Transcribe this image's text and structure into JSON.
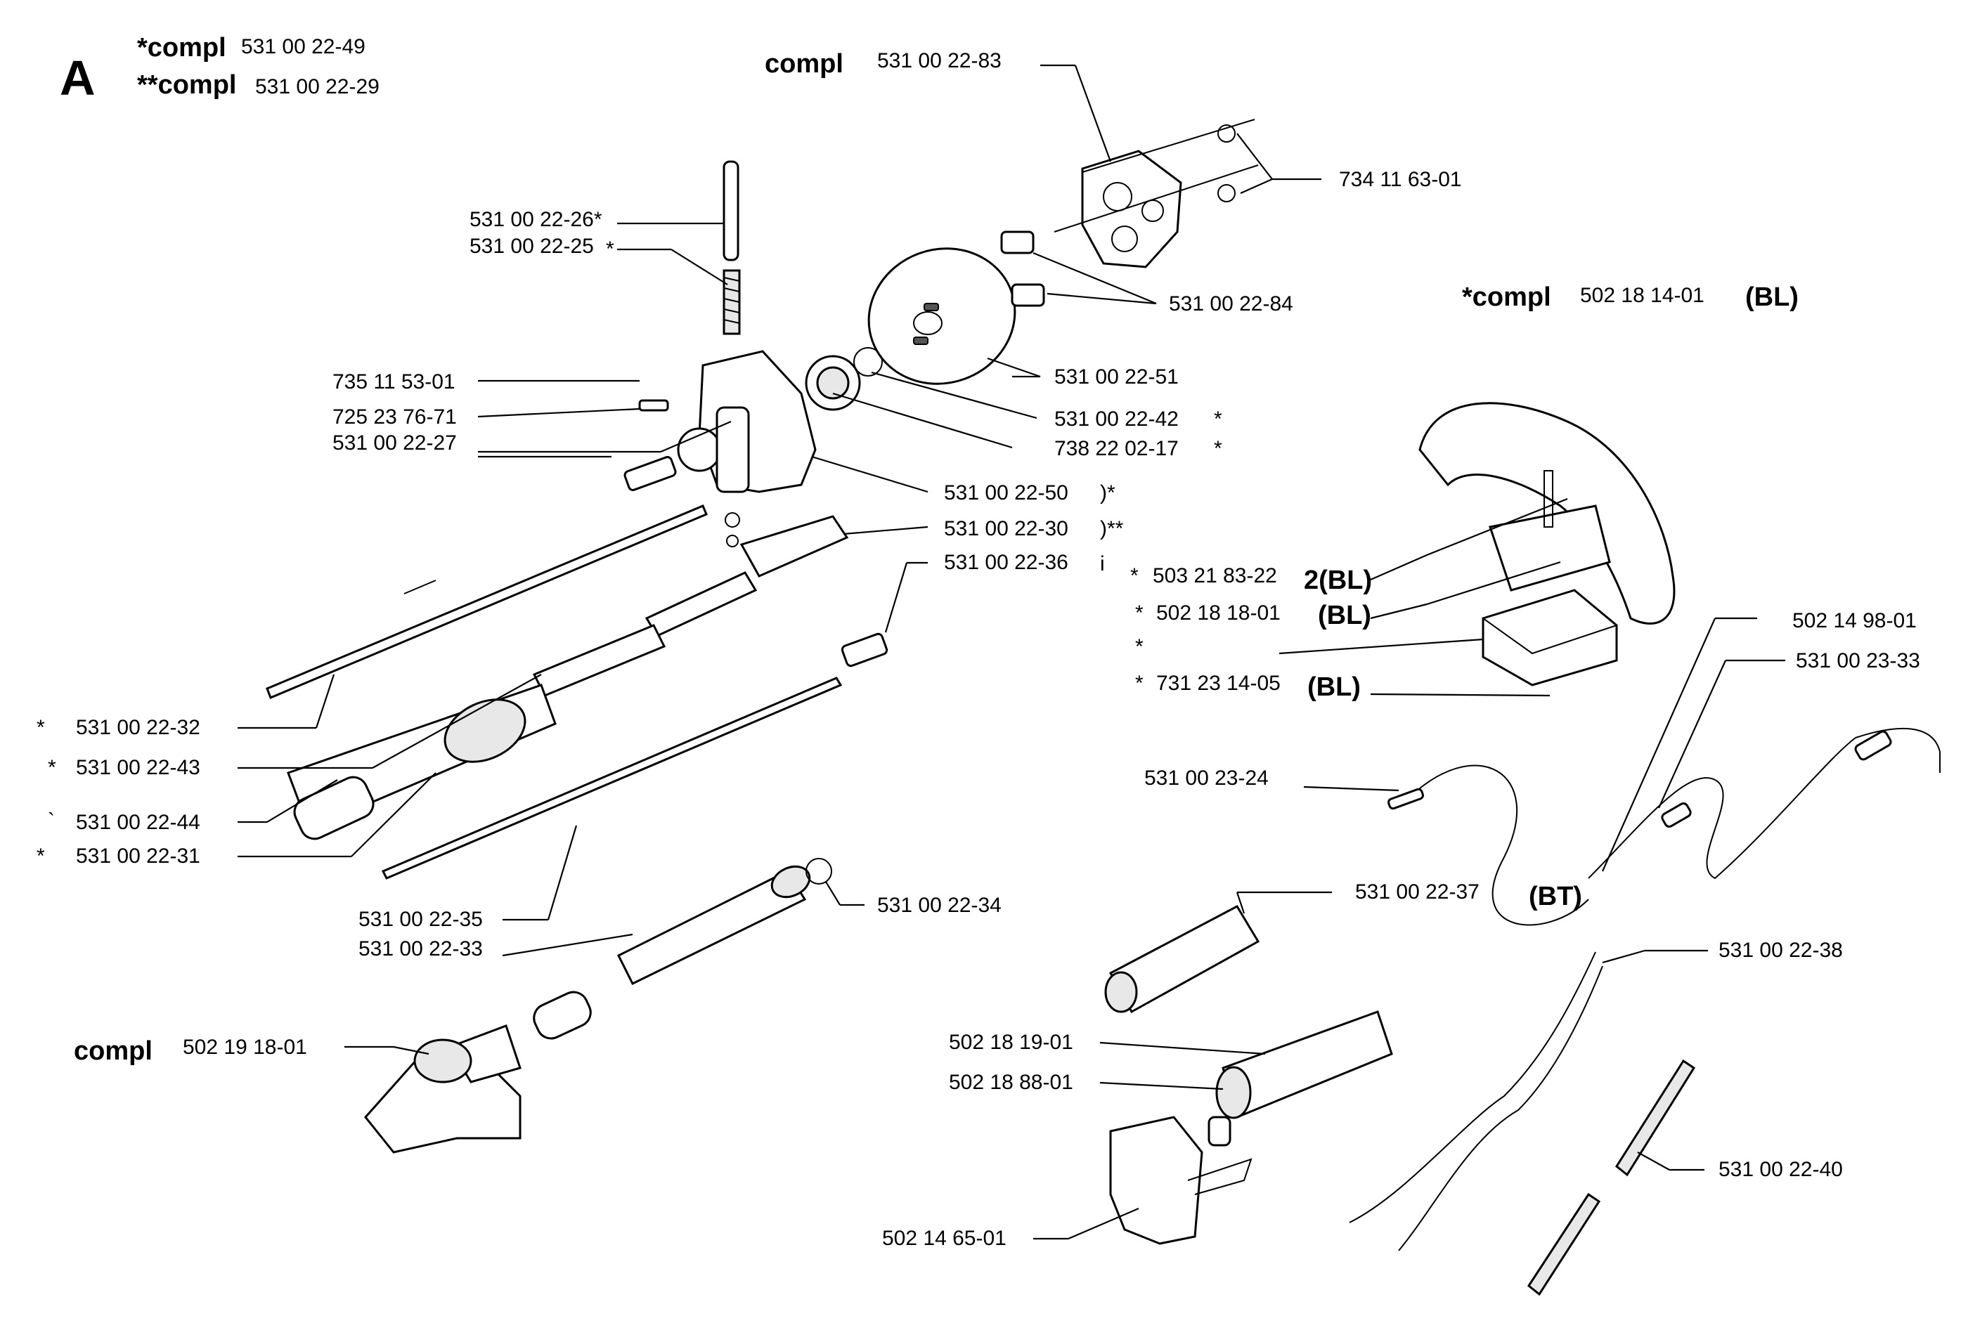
{
  "section_letter": "A",
  "headers": {
    "compl_star": "*compl",
    "compl_star_pn": "531 00 22-49",
    "compl_dstar": "**compl",
    "compl_dstar_pn": "531 00 22-29",
    "clutch_compl": "compl",
    "clutch_compl_pn": "531 00 22-83",
    "handle_compl": "*compl",
    "handle_compl_pn": "502 18 14-01",
    "handle_compl_suffix": "(BL)",
    "guard_compl": "compl",
    "guard_compl_pn": "502 19 18-01"
  },
  "labels": {
    "p531002226": "531 00 22-26*",
    "p531002225": "531 00 22-25",
    "p531002225_mark": "*",
    "p735115301": "735 11 53-01",
    "p725237671": "725 23 76-71",
    "p531002227": "531 00 22-27",
    "p734116301": "734 11 63-01",
    "p531002284": "531 00 22-84",
    "p531002251": "531 00 22-51",
    "p531002242": "531 00 22-42",
    "p531002242_mark": "*",
    "p738220217": "738 22 02-17",
    "p738220217_mark": "*",
    "p531002250": "531 00 22-50",
    "p531002250_mark": ")*",
    "p531002230": "531 00 22-30",
    "p531002230_mark": ")**",
    "p531002236": "531 00 22-36",
    "p531002236_mark": "i",
    "p503218322_mark": "*",
    "p503218322": "503 21 83-22",
    "p503218322_suffix": "2(BL)",
    "p502181801_mark": "*",
    "p502181801": "502 18 18-01",
    "p502181801_suffix": "(BL)",
    "blank_mark": "*",
    "p731231405_mark": "*",
    "p731231405": "731 23 14-05",
    "p731231405_suffix": "(BL)",
    "p502149801": "502 14 98-01",
    "p531002333": "531 00 23-33",
    "p531002324": "531 00 23-24",
    "p531002232_mark": "*",
    "p531002232": "531 00 22-32",
    "p531002243_mark": "*",
    "p531002243": "531 00 22-43",
    "p531002244_mark": "`",
    "p531002244": "531 00 22-44",
    "p531002231_mark": "*",
    "p531002231": "531 00 22-31",
    "p531002235": "531 00 22-35",
    "p531002234": "531 00 22-34",
    "p531002233": "531 00 22-33",
    "p531002237": "531 00 22-37",
    "p531002237_suffix": "(BT)",
    "p531002238": "531 00 22-38",
    "p502181901": "502 18 19-01",
    "p502188801": "502 18 88-01",
    "p502146501": "502 14 65-01",
    "p531002240": "531 00 22-40"
  }
}
